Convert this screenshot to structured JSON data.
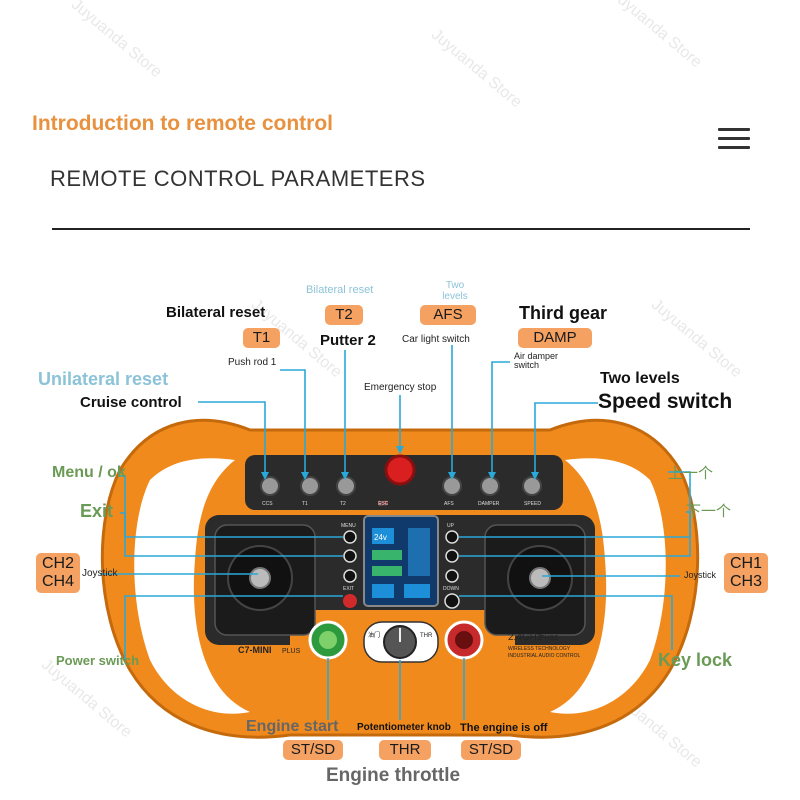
{
  "header": {
    "intro_title": "Introduction to remote control",
    "params_title": "REMOTE CONTROL PARAMETERS",
    "menu_icon": "hamburger-menu-icon"
  },
  "watermark": "Juyuanda Store",
  "colors": {
    "accent_orange": "#e8913f",
    "tag_fill": "#f4a162",
    "label_green": "#6a9a55",
    "label_lightblue": "#8cc3d8",
    "label_gray": "#666666",
    "leader_line": "#2aa8d8",
    "case_orange": "#f08a1c",
    "panel_dark": "#2b2b2b"
  },
  "labels": {
    "bilateral_reset": "Bilateral reset",
    "t1": "T1",
    "push_rod_1": "Push rod 1",
    "bilateral_reset_t2": "Bilateral reset",
    "t2": "T2",
    "putter_2": "Putter 2",
    "two_levels_afs": "Two levels",
    "afs": "AFS",
    "car_light_switch": "Car light switch",
    "third_gear": "Third gear",
    "damp": "DAMP",
    "air_damper_switch": "Air damper switch",
    "unilateral_reset": "Unilateral reset",
    "cruise_control": "Cruise control",
    "emergency_stop": "Emergency stop",
    "two_levels": "Two levels",
    "speed_switch": "Speed switch",
    "menu_ok": "Menu / ok",
    "exit": "Exit",
    "up_one": "上一个",
    "down_one": "下一个",
    "ch2": "CH2",
    "ch4": "CH4",
    "ch1": "CH1",
    "ch3": "CH3",
    "joystick_left": "Joystick",
    "joystick_right": "Joystick",
    "power_switch": "Power switch",
    "key_lock": "Key lock",
    "engine_start": "Engine start",
    "st_sd_left": "ST/SD",
    "potentiometer_knob": "Potentiometer knob",
    "thr": "THR",
    "engine_off": "The engine is off",
    "st_sd_right": "ST/SD",
    "engine_throttle": "Engine throttle"
  },
  "device": {
    "model": "C7-MINI",
    "model_badge": "PLUS",
    "frequency": "2.4GHz",
    "fhss": "FHSS",
    "tech_line1": "WIRELESS TECHNOLOGY",
    "tech_line2": "INDUSTRIAL AUDIO CONTROL",
    "screen_voltage": "24v",
    "knob_left_label": "油门",
    "knob_right_label": "THR",
    "estop_label": "急停",
    "btn_menu": "MENU",
    "btn_exit": "EXIT",
    "btn_up": "UP",
    "btn_down": "DOWN",
    "switch_labels": [
      "CCS",
      "T1",
      "T2",
      "ESC",
      "AFS",
      "DAMPER",
      "SPEED"
    ]
  }
}
